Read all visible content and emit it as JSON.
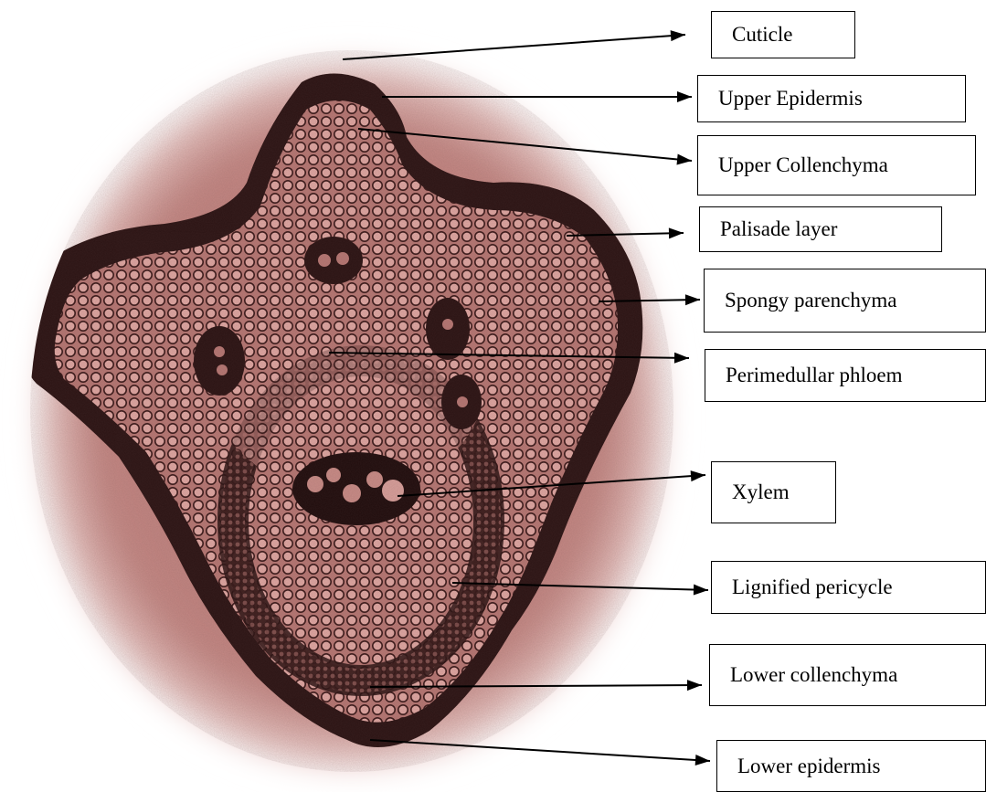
{
  "diagram": {
    "colors": {
      "background": "#ffffff",
      "tissue_base": "#b77874",
      "tissue_dark": "#2a1313",
      "halo": "#f2d6d4",
      "line": "#000000"
    },
    "labels": [
      {
        "id": "cuticle",
        "text": "Cuticle"
      },
      {
        "id": "upper-epidermis",
        "text": "Upper Epidermis"
      },
      {
        "id": "upper-collenchyma",
        "text": "Upper Collenchyma"
      },
      {
        "id": "palisade-layer",
        "text": "Palisade layer"
      },
      {
        "id": "spongy-parenchyma",
        "text": "Spongy parenchyma"
      },
      {
        "id": "perimedullar-phloem",
        "text": "Perimedullar phloem"
      },
      {
        "id": "xylem",
        "text": "Xylem"
      },
      {
        "id": "lignified-pericycle",
        "text": "Lignified pericycle"
      },
      {
        "id": "lower-collenchyma",
        "text": "Lower collenchyma"
      },
      {
        "id": "lower-epidermis",
        "text": "Lower epidermis"
      }
    ]
  }
}
